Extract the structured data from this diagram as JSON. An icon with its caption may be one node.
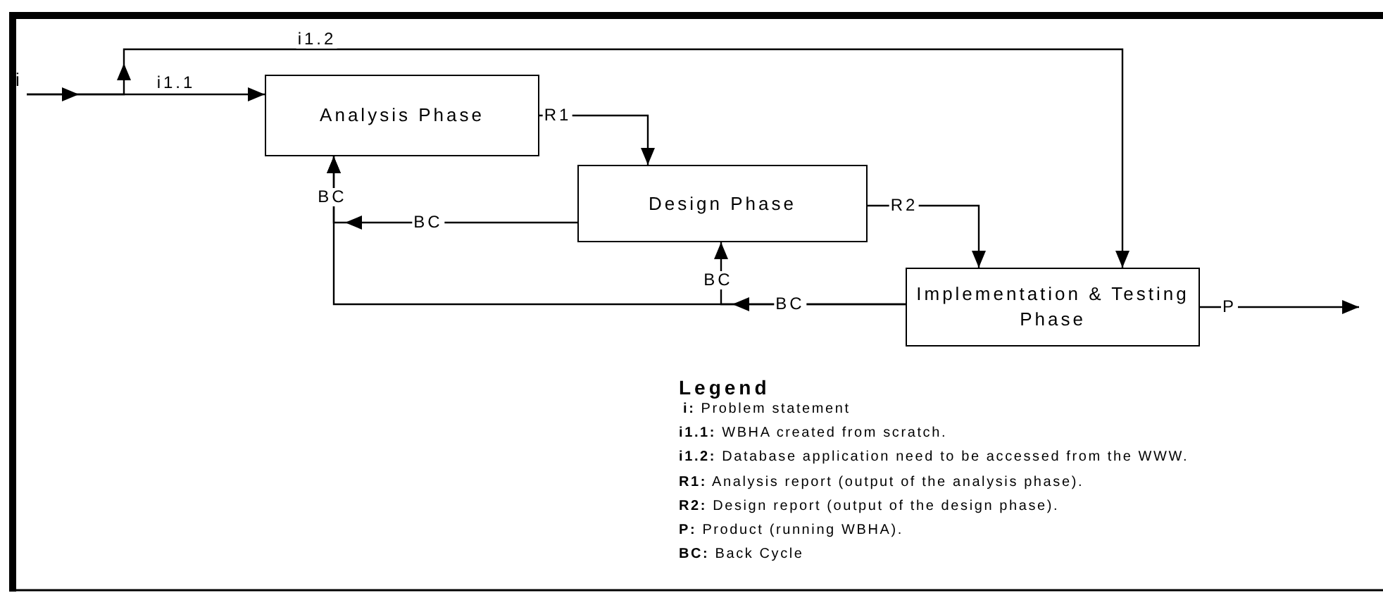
{
  "diagram": {
    "nodes": [
      {
        "text": [
          "i"
        ]
      },
      {
        "text": [
          "Analysis Phase"
        ]
      },
      {
        "text": [
          "Design Phase"
        ]
      },
      {
        "text": [
          "Implementation & Testing Phase"
        ]
      }
    ],
    "edges": [
      {
        "from": 0,
        "to": 1,
        "arrow": "to",
        "label": "i1.1"
      },
      {
        "from": 0,
        "to": 3,
        "arrow": "to",
        "label": "i1.2"
      },
      {
        "from": 1,
        "to": 2,
        "arrow": "to",
        "label": "R1"
      },
      {
        "from": 2,
        "to": 3,
        "arrow": "to",
        "label": "R2"
      },
      {
        "from": 3,
        "to": null,
        "arrow": "to",
        "label": "P"
      },
      {
        "from": 2,
        "to": 1,
        "arrow": "to",
        "label": "BC"
      },
      {
        "from": 3,
        "to": 2,
        "arrow": "to",
        "label": "BC"
      },
      {
        "from": 3,
        "to": 1,
        "arrow": "to",
        "label": "BC"
      }
    ],
    "labels": [
      "BC",
      "Legend"
    ],
    "legend": [
      {
        "text": "**i:** Problem statement"
      },
      {
        "text": "**i1.1:** WBHA created from scratch."
      },
      {
        "text": "**i1.2:** Database application need to be accessed from the WWW."
      },
      {
        "text": "**R1:** Analysis report (output of the analysis phase)."
      },
      {
        "text": "**R2:** Design report (output of the design phase)."
      },
      {
        "text": "**P:** Product (running WBHA)."
      },
      {
        "text": "**BC:** Back Cycle"
      }
    ]
  }
}
